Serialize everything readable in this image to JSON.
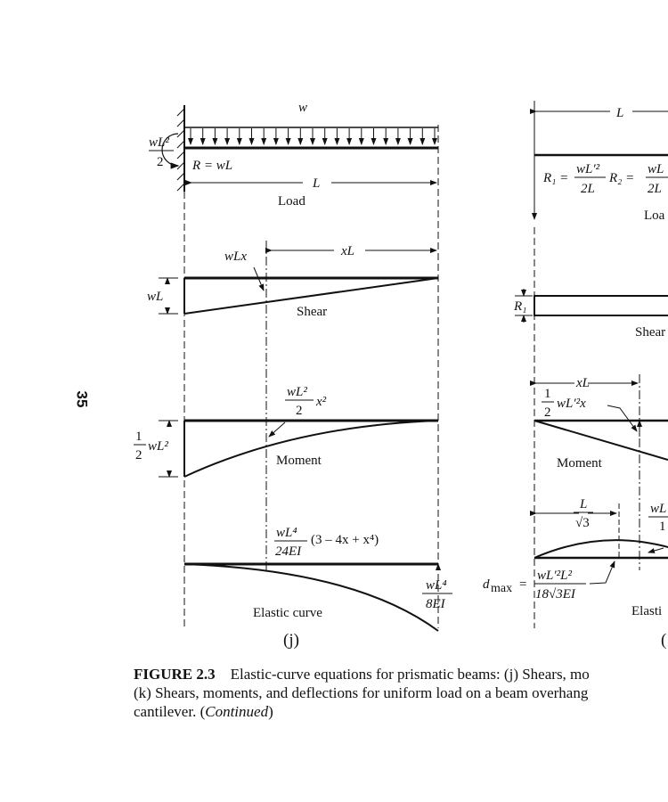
{
  "page_number": "35",
  "panel_j": {
    "load_w": "w",
    "fixed_moment_num": "wL²",
    "fixed_moment_den": "2",
    "reaction": "R = wL",
    "span": "L",
    "load_label": "Load",
    "shear_at_x": "wLx",
    "xL": "xL",
    "shear_max": "wL",
    "shear_label": "Shear",
    "moment_at_x_num": "wL²",
    "moment_at_x_den": "2",
    "moment_at_x_var": "x²",
    "moment_max_half_num": "1",
    "moment_max_half_den": "2",
    "moment_max_rest": "wL²",
    "moment_label": "Moment",
    "deflection_num": "wL⁴",
    "deflection_den": "24EI",
    "deflection_poly": "(3 – 4x + x⁴)",
    "deflection_max_num": "wL⁴",
    "deflection_max_den": "8EI",
    "elastic_label": "Elastic curve",
    "panel_id": "(j)"
  },
  "panel_k": {
    "span": "L",
    "r1_lhs": "R₁ =",
    "r1_num": "wL′²",
    "r1_den": "2L",
    "r2_lhs": "R₂ =",
    "r2_num": "wL",
    "r2_den": "2L",
    "load_label": "Loa",
    "r1_shear": "R₁",
    "shear_label": "Shear",
    "xL": "xL",
    "moment_half_num": "1",
    "moment_half_den": "2",
    "moment_rest": "wL′²x",
    "moment_label": "Moment",
    "dmax_pos_num": "L",
    "dmax_pos_den": "√3",
    "defl_num_partial": "wL",
    "defl_den_partial": "1",
    "dmax_lhs": "d",
    "dmax_sub": "max",
    "dmax_eq": "=",
    "dmax_num": "wL′²L²",
    "dmax_den": "18√3EI",
    "elastic_label": "Elasti",
    "panel_id": "("
  },
  "caption": {
    "label": "FIGURE 2.3",
    "line1": "Elastic-curve equations for prismatic beams: (j) Shears, mo",
    "line2": "(k) Shears, moments, and deflections for uniform load on a beam overhang",
    "line3_a": "cantilever. (",
    "line3_b": "Continued",
    "line3_c": ")"
  }
}
